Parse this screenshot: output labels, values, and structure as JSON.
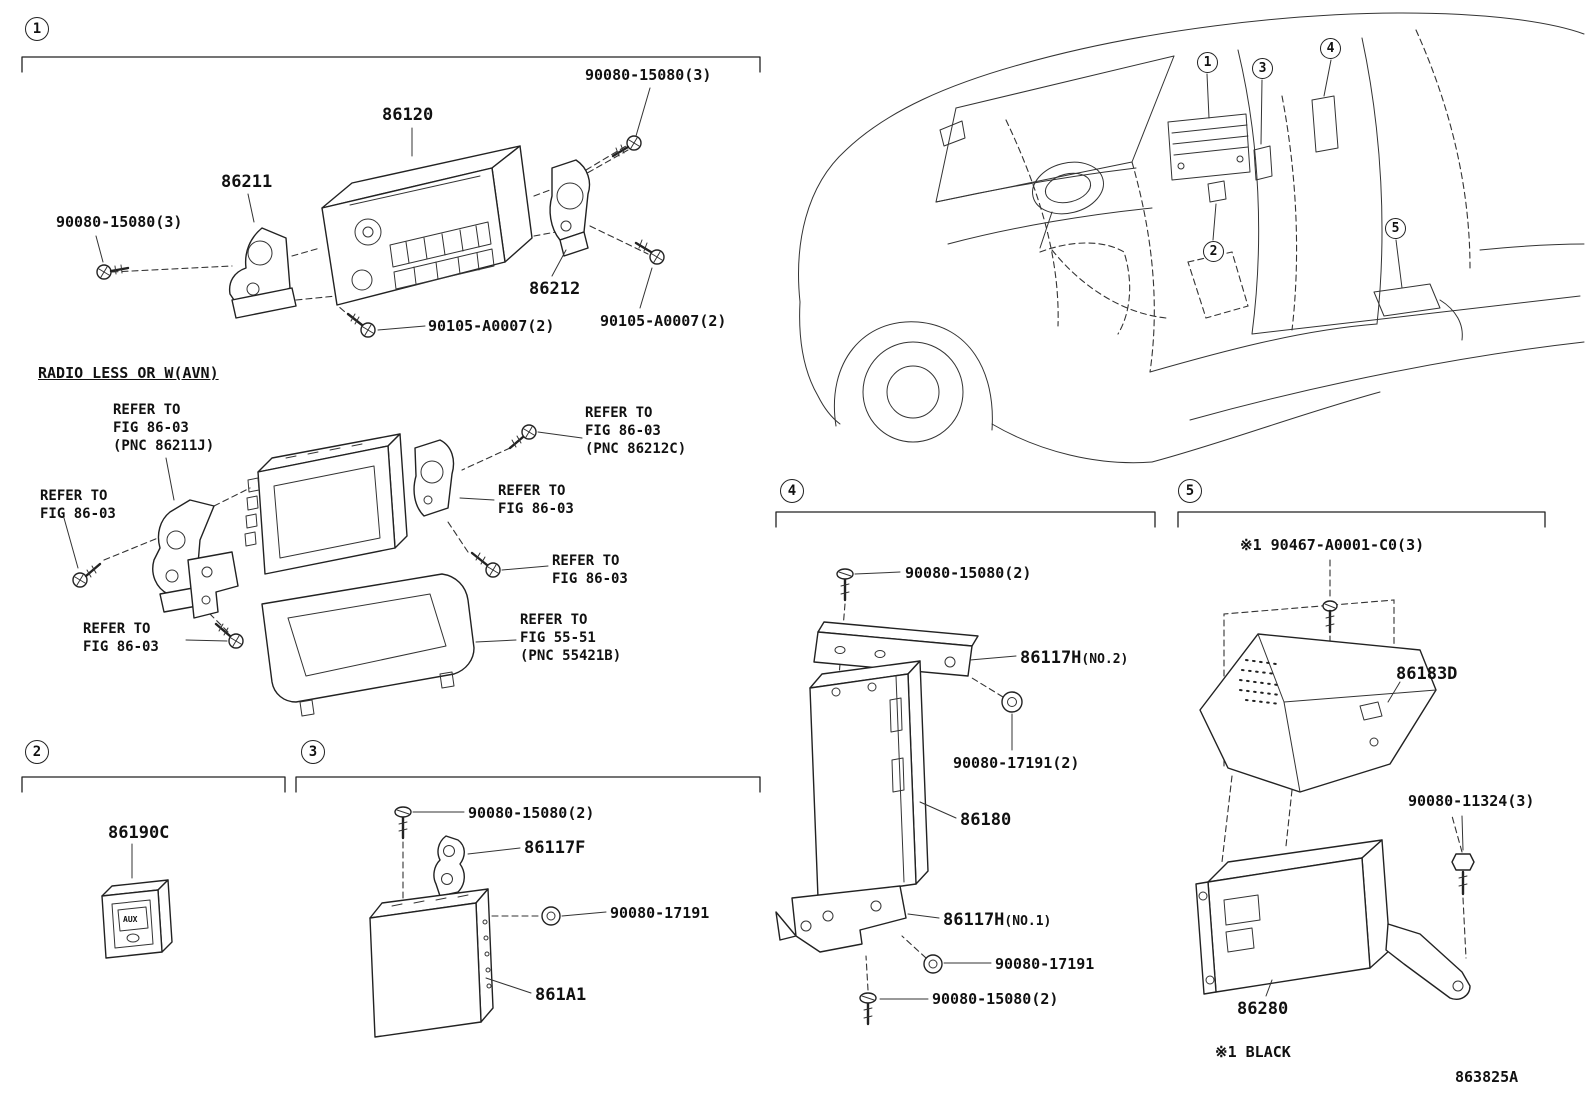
{
  "figure": {
    "drawing_code": "863825A",
    "footnote": "※1 BLACK",
    "aux_label": "AUX"
  },
  "sections": {
    "s1": {
      "num": "1",
      "heading": "RADIO LESS OR W(AVN)"
    },
    "s2": {
      "num": "2"
    },
    "s3": {
      "num": "3"
    },
    "s4": {
      "num": "4"
    },
    "s5": {
      "num": "5"
    }
  },
  "callouts": {
    "c1": "1",
    "c2": "2",
    "c3": "3",
    "c4": "4",
    "c5": "5"
  },
  "labels": {
    "bolt_15080_right": "90080-15080(3)",
    "part_86120": "86120",
    "part_86211": "86211",
    "bolt_15080_left": "90080-15080(3)",
    "part_86212": "86212",
    "screw_90105_left": "90105-A0007(2)",
    "screw_90105_right": "90105-A0007(2)",
    "refer_86211j": "REFER TO\nFIG 86-03\n(PNC 86211J)",
    "refer_86212c": "REFER TO\nFIG 86-03\n(PNC 86212C)",
    "refer_left": "REFER TO\nFIG 86-03",
    "refer_mid_right": "REFER TO\nFIG 86-03",
    "refer_lower_right": "REFER TO\nFIG 86-03",
    "refer_lower_left": "REFER TO\nFIG 86-03",
    "refer_5551": "REFER TO\nFIG 55-51\n(PNC 55421B)",
    "part_86190C": "86190C",
    "bolt_15080_s3": "90080-15080(2)",
    "part_86117F": "86117F",
    "nut_17191_s3": "90080-17191",
    "part_861A1": "861A1",
    "bolt_15080_s4_top": "90080-15080(2)",
    "part_86117H_no2": "86117H",
    "part_86117H_no2_suffix": "(NO.2)",
    "nut_17191_s4": "90080-17191(2)",
    "part_86180": "86180",
    "part_86117H_no1": "86117H",
    "part_86117H_no1_suffix": "(NO.1)",
    "nut_17191_s4b": "90080-17191",
    "bolt_15080_s4_bottom": "90080-15080(2)",
    "screw_90467": "※1 90467-A0001-C0(3)",
    "part_86183D": "86183D",
    "bolt_11324": "90080-11324(3)",
    "part_86280": "86280"
  }
}
